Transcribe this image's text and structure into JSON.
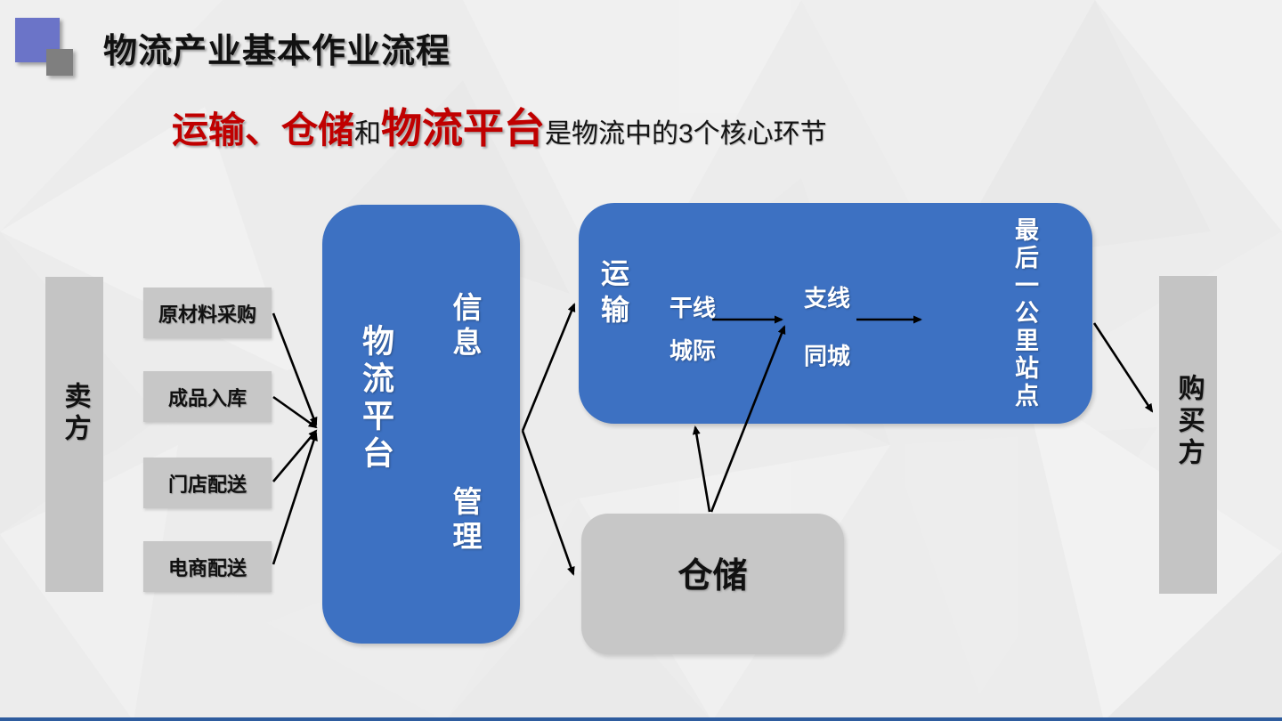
{
  "slide": {
    "header": {
      "title": "物流产业基本作业流程"
    },
    "subtitle": {
      "seg1": "运输、仓储",
      "seg2": "和",
      "seg3": "物流平台",
      "seg4": "是物流中的3个核心环节"
    },
    "seller_bar": {
      "label": "卖方"
    },
    "buyer_bar": {
      "label": "购买方"
    },
    "source_boxes": [
      {
        "label": "原材料采购"
      },
      {
        "label": "成品入库"
      },
      {
        "label": "门店配送"
      },
      {
        "label": "电商配送"
      }
    ],
    "platform_box": {
      "title": "物流平台",
      "info": "信息",
      "manage": "管理"
    },
    "transport_box": {
      "title": "运输",
      "stage1": {
        "line1": "干线",
        "line2": "城际"
      },
      "stage2": {
        "line1": "支线",
        "line2": "同城"
      },
      "stage3": "最后一公里站点"
    },
    "warehouse_box": {
      "label": "仓储"
    },
    "colors": {
      "accent_blue": "#3D71C2",
      "gray_box": "#C7C7C7",
      "gray_bar": "#C4C4C4",
      "red_accent": "#C00000",
      "purple_square": "#6B74C8",
      "gray_square": "#7F7F7F",
      "footer_blue": "#2E5C9E",
      "background": "#ECECEC"
    }
  }
}
